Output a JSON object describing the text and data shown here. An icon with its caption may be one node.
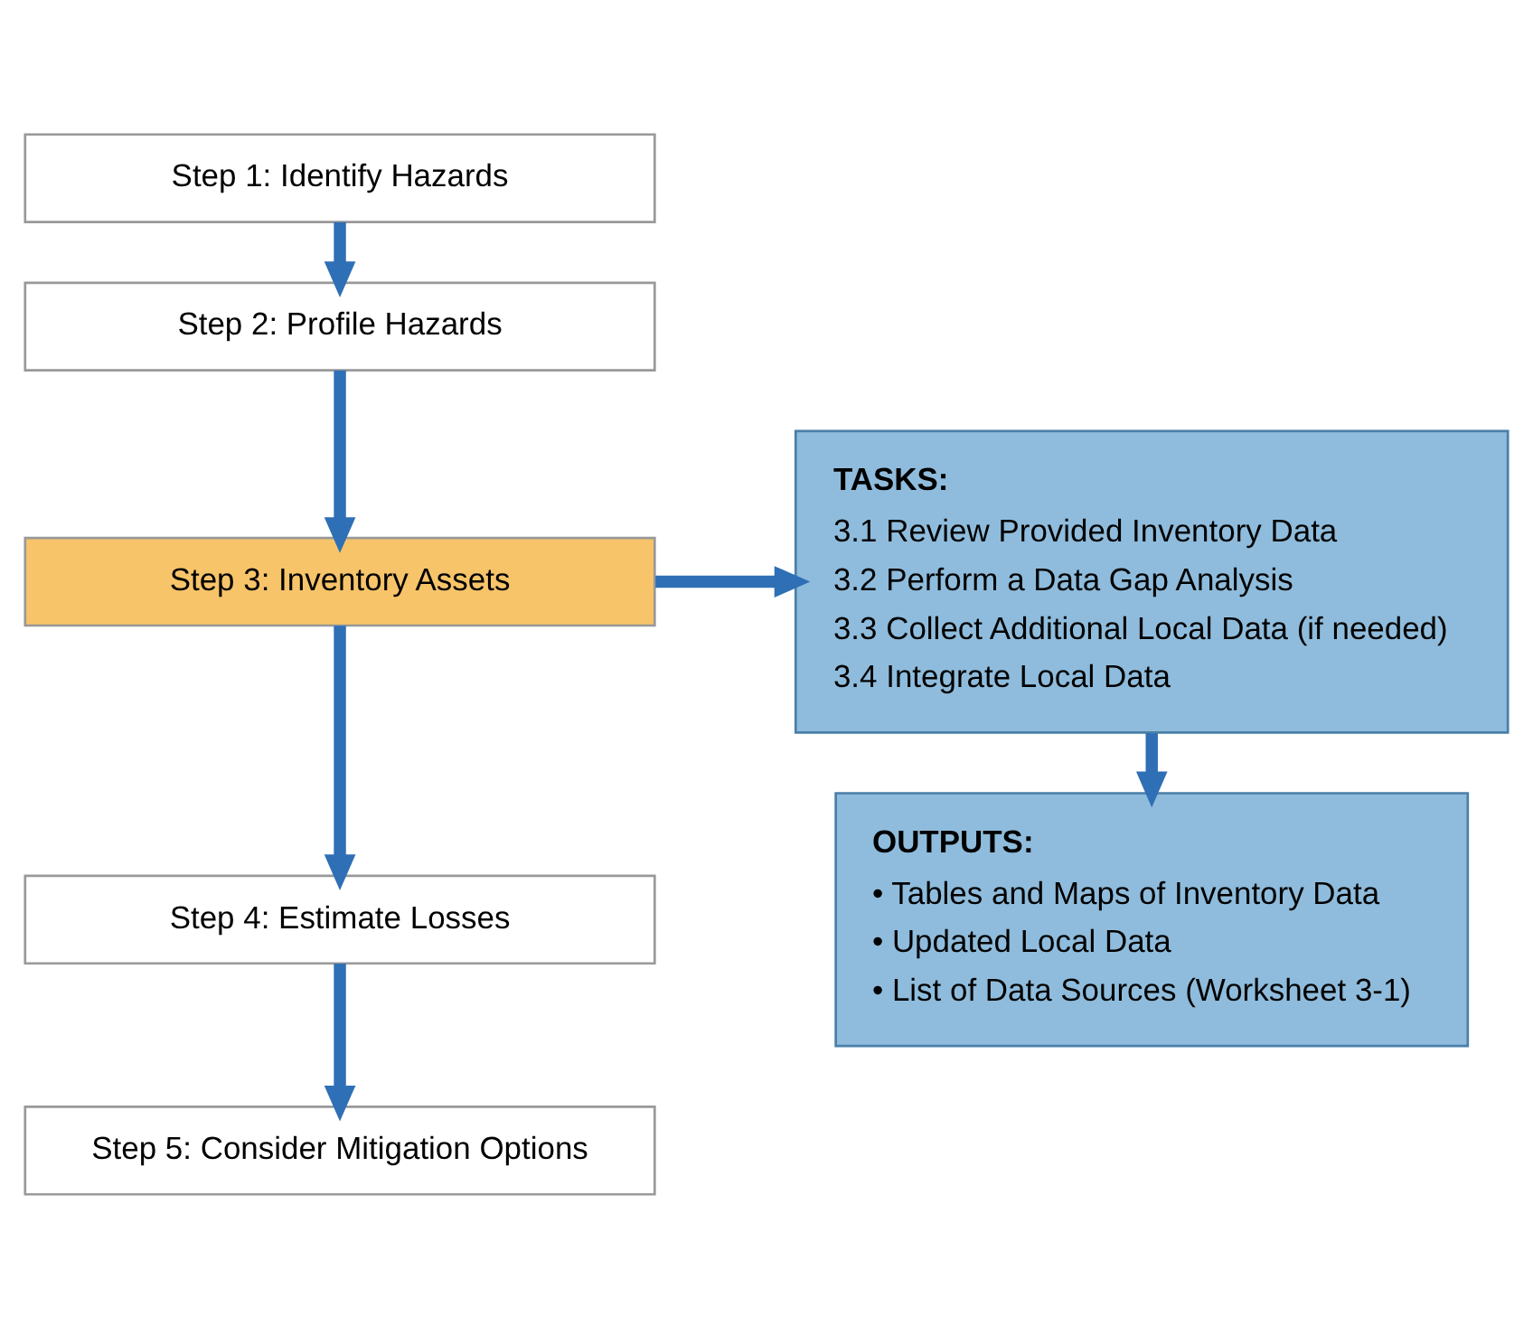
{
  "diagram": {
    "nodes": [
      {
        "text": [
          "Step 1: Identify Hazards"
        ]
      },
      {
        "text": [
          "Step 2: Profile Hazards"
        ]
      },
      {
        "text": [
          "Step 3: Inventory Assets"
        ]
      },
      {
        "text": [
          "Step 4: Estimate Losses"
        ]
      },
      {
        "text": [
          "Step 5: Consider Mitigation Options"
        ]
      },
      {
        "text": [
          "TASKS:",
          "3.1 Review Provided Inventory Data",
          "3.2 Perform a Data Gap Analysis",
          "3.3 Collect Additional Local Data (if needed)",
          "3.4 Integrate Local Data"
        ]
      },
      {
        "text": [
          "OUTPUTS:",
          "• Tables and Maps of Inventory Data",
          "• Updated Local Data",
          "• List of Data Sources (Worksheet 3-1)"
        ]
      }
    ],
    "edges": [
      {
        "from": 0,
        "to": 1,
        "arrow": "to"
      },
      {
        "from": 1,
        "to": 2,
        "arrow": "to"
      },
      {
        "from": 2,
        "to": 3,
        "arrow": "to"
      },
      {
        "from": 3,
        "to": 4,
        "arrow": "to"
      },
      {
        "from": 2,
        "to": 5,
        "arrow": "to"
      },
      {
        "from": 5,
        "to": 6,
        "arrow": "to"
      }
    ]
  }
}
